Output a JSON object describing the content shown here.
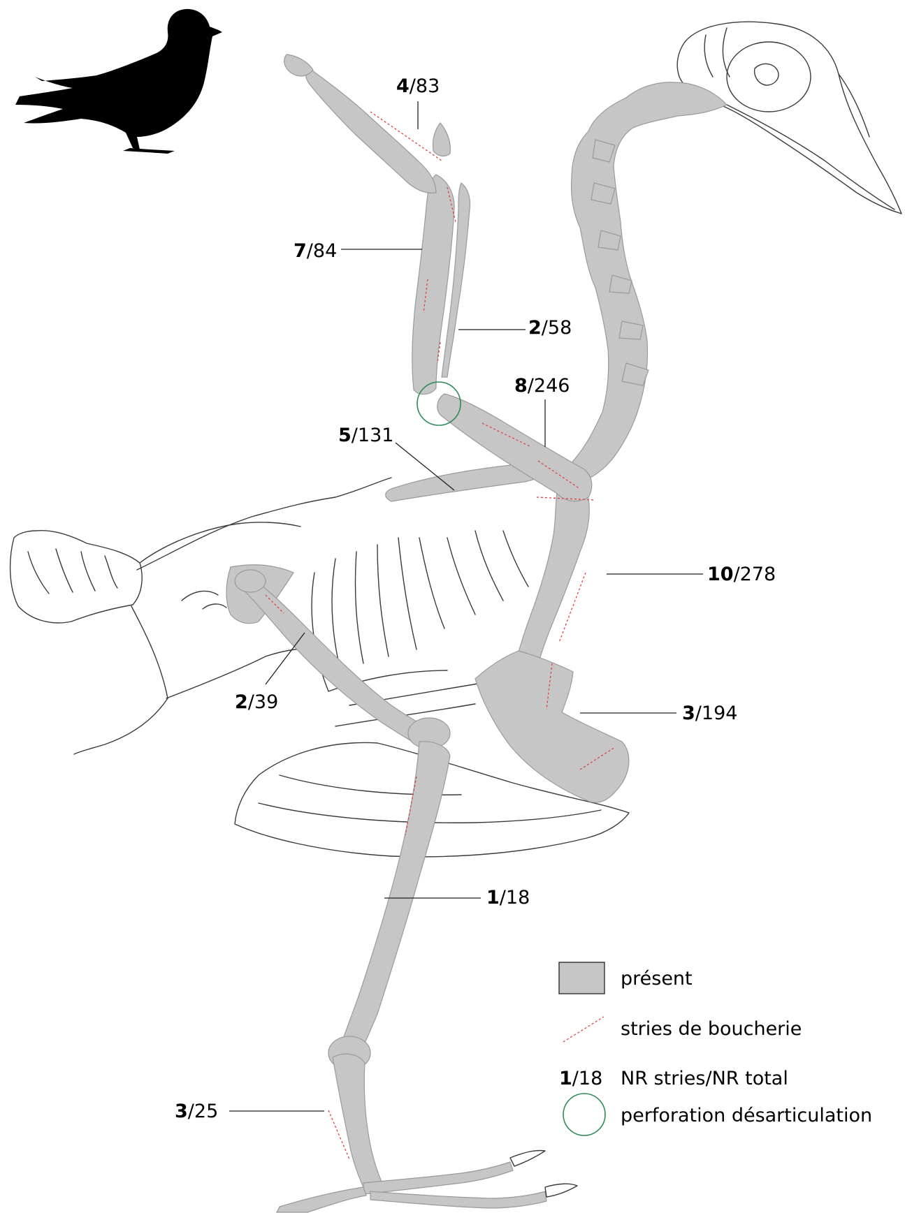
{
  "colors": {
    "present_fill": "#c6c6c6",
    "butchery_marks": "#e04040",
    "perforation_circle": "#2e8b57",
    "silhouette": "#000000"
  },
  "icons": [
    "pigeon-silhouette-icon"
  ],
  "labels": [
    {
      "id": "carpometacarpus",
      "striae": "4",
      "total": "/83"
    },
    {
      "id": "ulna",
      "striae": "7",
      "total": "/84"
    },
    {
      "id": "radius",
      "striae": "2",
      "total": "/58"
    },
    {
      "id": "humerus",
      "striae": "8",
      "total": "/246"
    },
    {
      "id": "scapula",
      "striae": "5",
      "total": "/131"
    },
    {
      "id": "coracoid",
      "striae": "10",
      "total": "/278"
    },
    {
      "id": "pelvis",
      "striae": "2",
      "total": "/39"
    },
    {
      "id": "sternum",
      "striae": "3",
      "total": "/194"
    },
    {
      "id": "tibiotarsus",
      "striae": "1",
      "total": "/18"
    },
    {
      "id": "tarsometatarsus",
      "striae": "3",
      "total": "/25"
    }
  ],
  "legend": {
    "present": "présent",
    "butchery": "stries de boucherie",
    "ratio_example_bold": "1",
    "ratio_example_rest": "/18",
    "ratio_text": "NR stries/NR total",
    "perforation": "perforation désarticulation"
  }
}
